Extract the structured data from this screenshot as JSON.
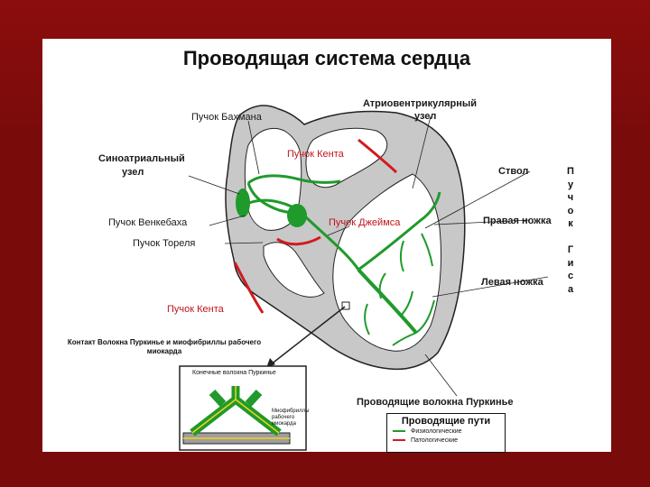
{
  "title": "Проводящая система сердца",
  "labels": {
    "bachmann": "Пучок Бахмана",
    "av_node_1": "Атриовентрикулярный",
    "av_node_2": "узел",
    "kent_top": "Пучок Кента",
    "sa_node_1": "Синоатриальный",
    "sa_node_2": "узел",
    "wenckebach": "Пучок Венкебаха",
    "james": "Пучок Джеймса",
    "thorel": "Пучок Тореля",
    "trunk": "Ствол",
    "right_branch": "Правая ножка",
    "left_branch": "Левая ножка",
    "kent_bottom": "Пучок Кента",
    "purkinje_contact_1": "Контакт Волокна Пуркинье и миофибриллы рабочего",
    "purkinje_contact_2": "миокарда",
    "purkinje_fibers": "Проводящие волокна Пуркинье"
  },
  "his_bundle": [
    "П",
    "у",
    "ч",
    "о",
    "к",
    "",
    "Г",
    "и",
    "с",
    "а"
  ],
  "inset": {
    "terminal_fibers": "Конечные волокна Пуркинье",
    "myofibrils_1": "Миофибриллы",
    "myofibrils_2": "рабочего",
    "myofibrils_3": "миокарда"
  },
  "legend": {
    "title": "Проводящие пути",
    "physiological": "Физиологические",
    "pathological": "Патологические"
  },
  "colors": {
    "background": "#7a0b0b",
    "physiological": "#1f9a2b",
    "pathological": "#d21a1f",
    "heart_wall": "#c8c8c8"
  }
}
